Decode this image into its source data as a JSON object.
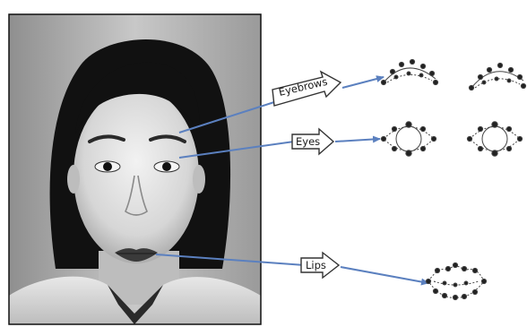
{
  "photo": {
    "description_icon": "grayscale-face-photo-icon"
  },
  "labels": {
    "eyebrows": "Eyebrows",
    "eyes": "Eyes",
    "lips": "Lips"
  },
  "colors": {
    "arrow": "#5b80bf",
    "outline_arrow": "#333333",
    "dot": "#222222",
    "line": "#444444"
  }
}
